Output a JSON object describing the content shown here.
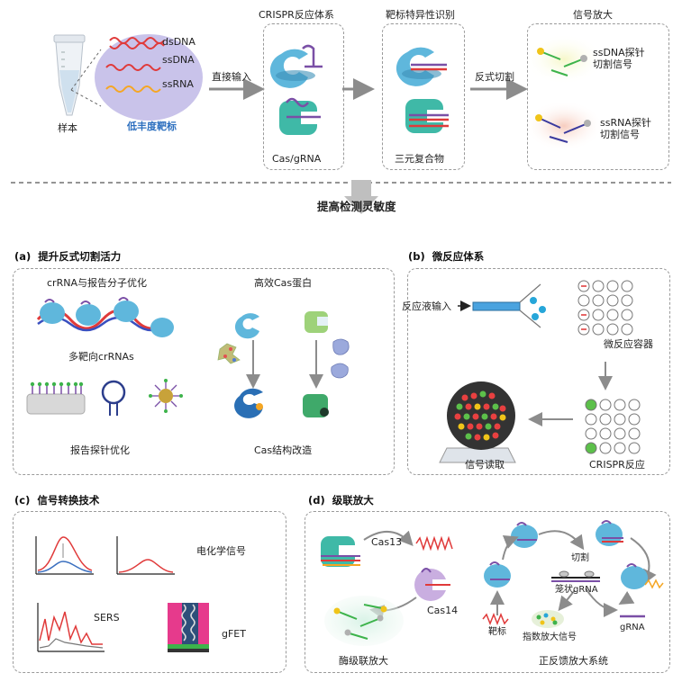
{
  "top": {
    "sample_label": "样本",
    "targets": [
      "dsDNA",
      "ssDNA",
      "ssRNA"
    ],
    "low_abundance_label": "低丰度靶标",
    "arrow_direct_input": "直接输入",
    "crispr_system_title": "CRISPR反应体系",
    "cas_grna_label": "Cas/gRNA",
    "target_recognition_title": "靶标特异性识别",
    "ternary_label": "三元复合物",
    "trans_cleavage_label": "反式切割",
    "signal_amp_title": "信号放大",
    "ssdna_probe_label": "ssDNA探针\n切割信号",
    "ssrna_probe_label": "ssRNA探针\n切割信号"
  },
  "center_title": "提高检测灵敏度",
  "panel_a": {
    "heading": "(a)  提升反式切割活力",
    "left_title": "crRNA与报告分子优化",
    "multi_target_label": "多靶向crRNAs",
    "reporter_label": "报告探针优化",
    "right_title": "高效Cas蛋白",
    "cas_modify_label": "Cas结构改造"
  },
  "panel_b": {
    "heading": "(b)  微反应体系",
    "input_label": "反应液输入",
    "container_label": "微反应容器",
    "crispr_label": "CRISPR反应",
    "readout_label": "信号读取"
  },
  "panel_c": {
    "heading": "(c)  信号转换技术",
    "electro_label": "电化学信号",
    "sers_label": "SERS",
    "gfet_label": "gFET"
  },
  "panel_d": {
    "heading": "(d)  级联放大",
    "cas13_label": "Cas13",
    "cas14_label": "Cas14",
    "enzyme_cascade_label": "酶级联放大",
    "cut_label": "切割",
    "cage_grna_label": "笼状gRNA",
    "target_label": "靶标",
    "exp_signal_label": "指数放大信号",
    "grna_label": "gRNA",
    "feedback_label": "正反馈放大系统"
  },
  "colors": {
    "cas_blue": "#5fb7dc",
    "cas_teal": "#3fb9a7",
    "crrna_purple": "#7a4fa6",
    "target_red": "#e03a3a",
    "ssrna_orange": "#f5a623",
    "lavender": "#c9c3ea",
    "cascade_pink": "#c9aee0"
  }
}
